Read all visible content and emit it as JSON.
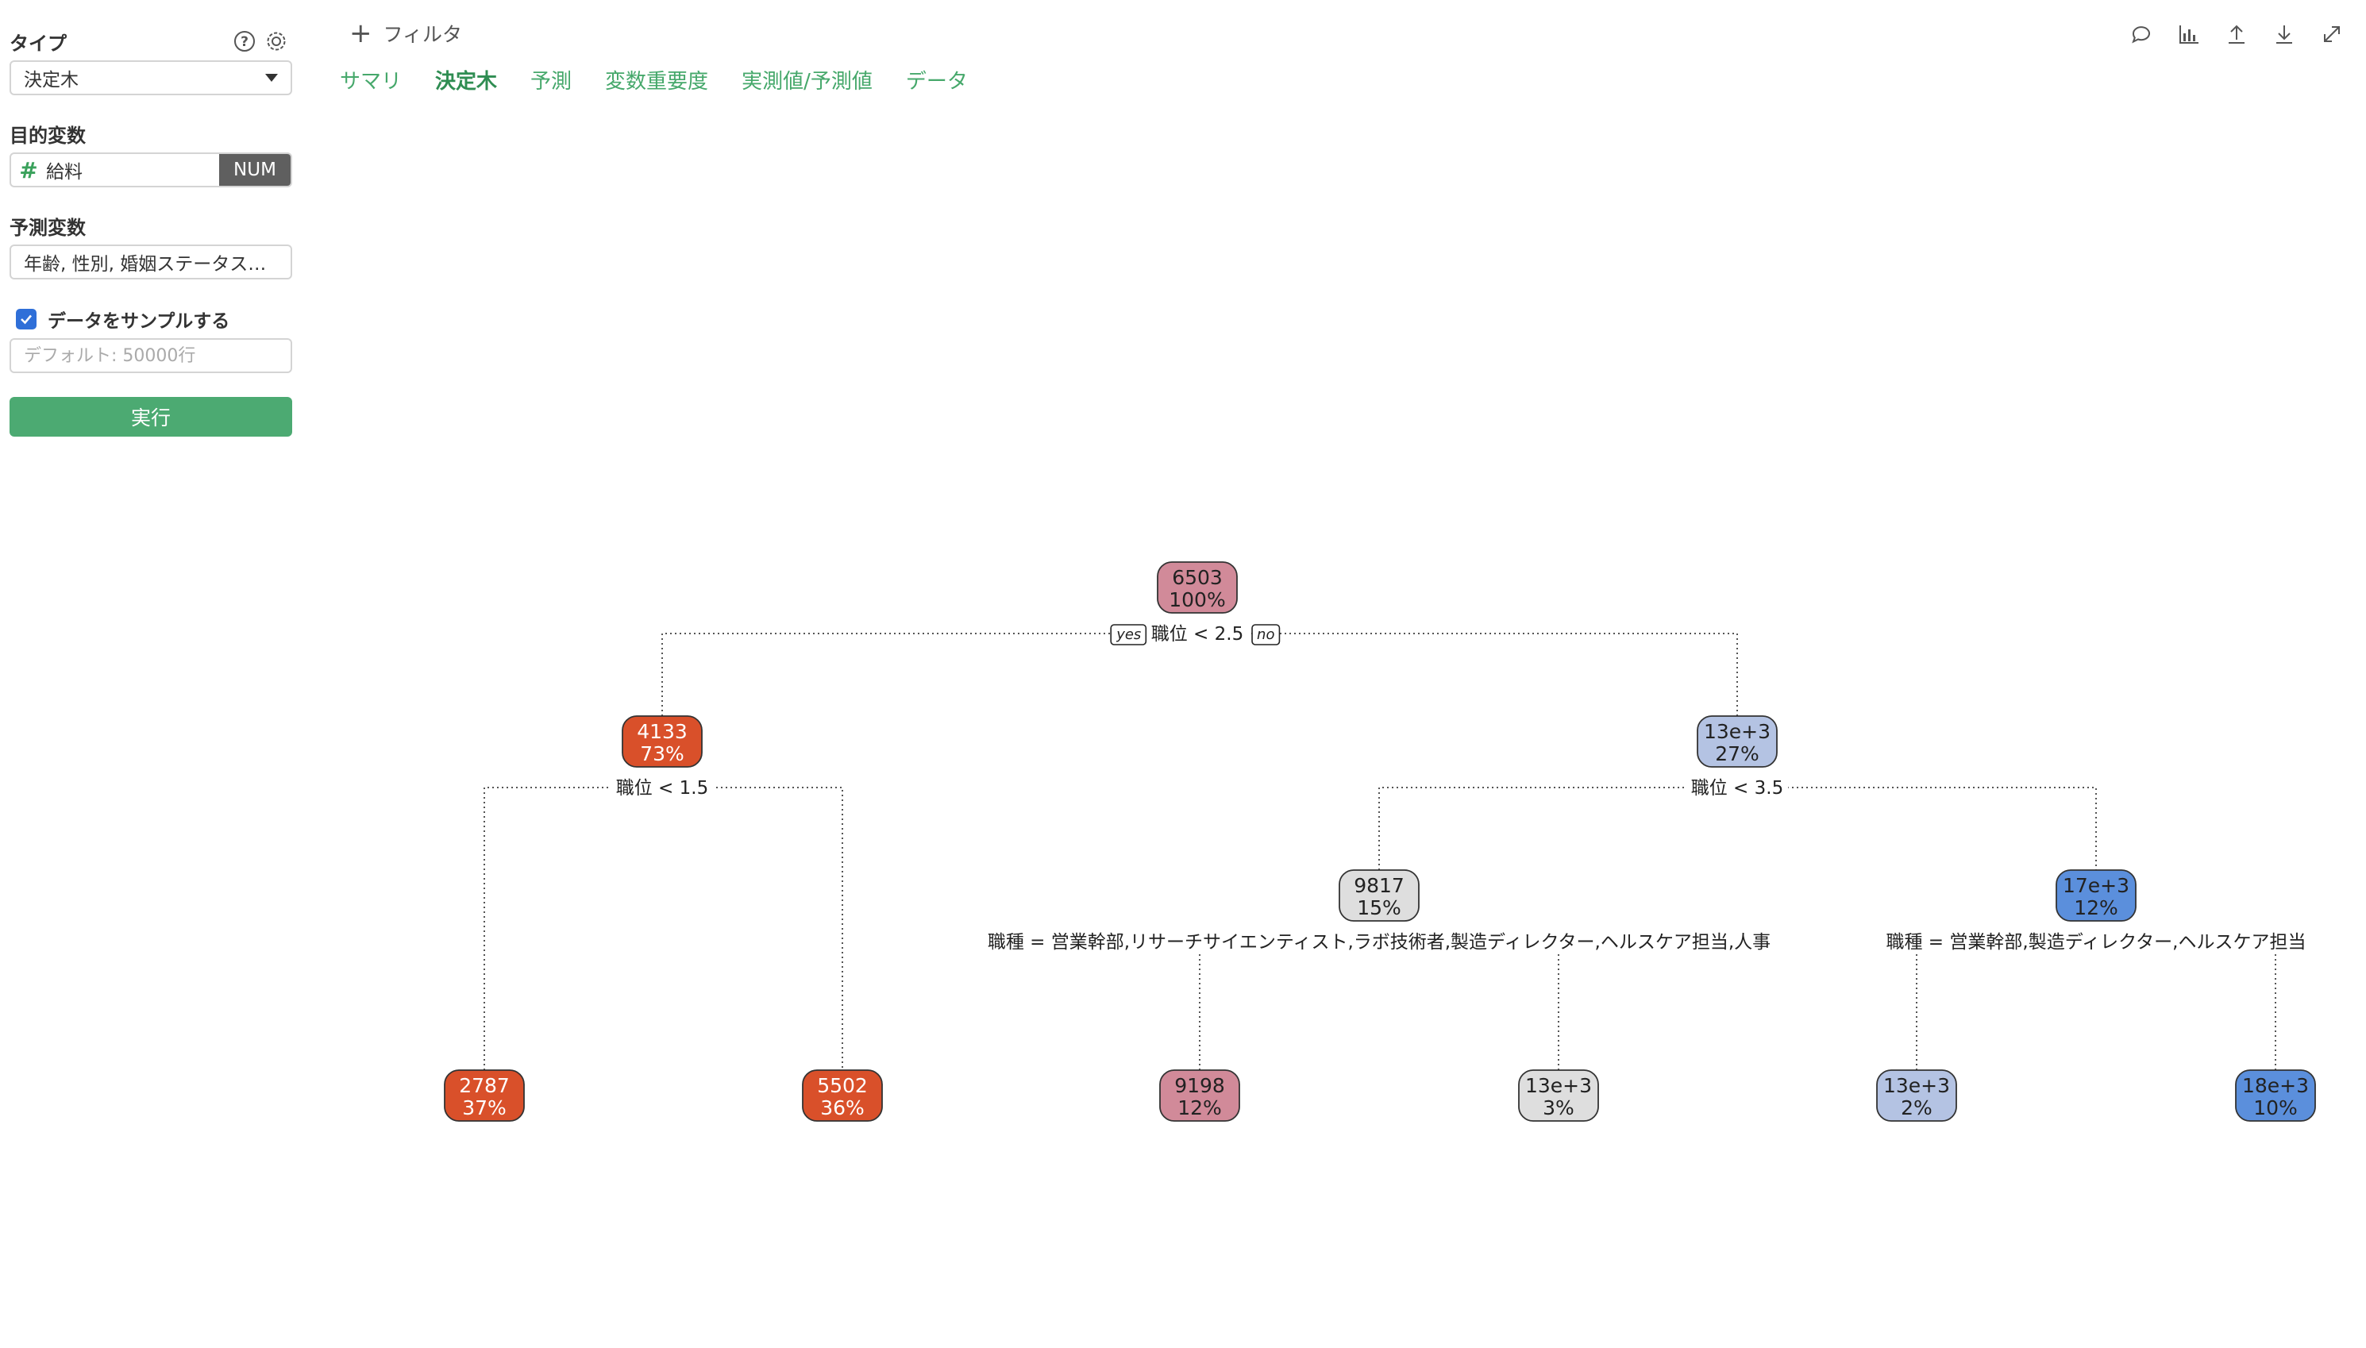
{
  "sidebar": {
    "type_label": "タイプ",
    "type_value": "決定木",
    "target_label": "目的変数",
    "target_name": "給料",
    "target_badge": "NUM",
    "predictor_label": "予測変数",
    "predictor_value": "年齢, 性別, 婚姻ステータス…",
    "sample_label": "データをサンプルする",
    "sample_checked": true,
    "sample_placeholder": "デフォルト: 50000行",
    "run_label": "実行"
  },
  "header": {
    "filter_label": "フィルタ",
    "tabs": [
      {
        "label": "サマリ",
        "active": false
      },
      {
        "label": "決定木",
        "active": true
      },
      {
        "label": "予測",
        "active": false
      },
      {
        "label": "変数重要度",
        "active": false
      },
      {
        "label": "実測値/予測値",
        "active": false
      },
      {
        "label": "データ",
        "active": false
      }
    ],
    "toolbar_icons": [
      "comment-icon",
      "chart-icon",
      "export-icon",
      "download-icon",
      "expand-icon"
    ]
  },
  "tree": {
    "yes_label": "yes",
    "no_label": "no",
    "nodes": [
      {
        "id": "n1",
        "value": "6503",
        "pct": "100%",
        "color": "#d18a99",
        "depth": 0
      },
      {
        "id": "n2",
        "value": "4133",
        "pct": "73%",
        "color": "#d9502a",
        "depth": 1
      },
      {
        "id": "n3",
        "value": "13e+3",
        "pct": "27%",
        "color": "#b4c3e3",
        "depth": 1
      },
      {
        "id": "n4",
        "value": "9817",
        "pct": "15%",
        "color": "#dedede",
        "depth": 2
      },
      {
        "id": "n5",
        "value": "17e+3",
        "pct": "12%",
        "color": "#5b8fdc",
        "depth": 2
      },
      {
        "id": "n6",
        "value": "2787",
        "pct": "37%",
        "color": "#d9502a",
        "depth": 3
      },
      {
        "id": "n7",
        "value": "5502",
        "pct": "36%",
        "color": "#d9502a",
        "depth": 3
      },
      {
        "id": "n8",
        "value": "9198",
        "pct": "12%",
        "color": "#d18a99",
        "depth": 3
      },
      {
        "id": "n9",
        "value": "13e+3",
        "pct": "3%",
        "color": "#dedede",
        "depth": 3
      },
      {
        "id": "n10",
        "value": "13e+3",
        "pct": "2%",
        "color": "#b4c3e3",
        "depth": 3
      },
      {
        "id": "n11",
        "value": "18e+3",
        "pct": "10%",
        "color": "#5b8fdc",
        "depth": 3
      }
    ],
    "splits": [
      {
        "node": "n1",
        "text": "職位 < 2.5",
        "left": "n2",
        "right": "n3"
      },
      {
        "node": "n2",
        "text": "職位 < 1.5",
        "left": "n6",
        "right": "n7"
      },
      {
        "node": "n3",
        "text": "職位 < 3.5",
        "left": "n4",
        "right": "n5"
      },
      {
        "node": "n4",
        "text": "職種 = 営業幹部,リサーチサイエンティスト,ラボ技術者,製造ディレクター,ヘルスケア担当,人事",
        "left": "n8",
        "right": "n9"
      },
      {
        "node": "n5",
        "text": "職種 = 営業幹部,製造ディレクター,ヘルスケア担当",
        "left": "n10",
        "right": "n11"
      }
    ]
  }
}
